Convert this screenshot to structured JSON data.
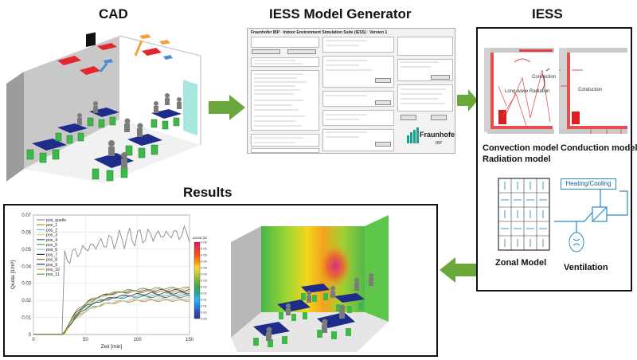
{
  "headings": {
    "cad": "CAD",
    "generator": "IESS Model Generator",
    "iess": "IESS",
    "results": "Results"
  },
  "generator": {
    "title": "Fraunhofer IBP · Indoor Environment Simulation Suite (IESS) · Version 1",
    "logo_name": "Fraunhofer",
    "logo_sub": "IBP"
  },
  "iess_panel": {
    "convection": "Convection",
    "long_wave_radiation": "Long-wave Radiation",
    "conduction": "Conduction",
    "heating_cooling": "Heating/Cooling",
    "label_convection_model": "Convection model",
    "label_radiation_model": "Radiation model",
    "label_conduction_model": "Conduction model",
    "label_zonal_model": "Zonal Model",
    "label_ventilation": "Ventilation"
  },
  "chart_data": {
    "type": "line",
    "xlabel": "Zeit [min]",
    "ylabel": "Quota [1/m³]",
    "xlim": [
      0,
      150
    ],
    "ylim": [
      0,
      0.07
    ],
    "xticks": [
      0,
      50,
      100,
      150
    ],
    "yticks": [
      0,
      0.01,
      0.02,
      0.03,
      0.04,
      0.05,
      0.06,
      0.07
    ],
    "grid": true,
    "legend": "top-left",
    "series": [
      {
        "name": "pos_quelle",
        "color": "#8a8a8a"
      },
      {
        "name": "pos_1",
        "color": "#c8860f"
      },
      {
        "name": "pos_2",
        "color": "#6fb7e8"
      },
      {
        "name": "pos_3",
        "color": "#e8c96a"
      },
      {
        "name": "pos_4",
        "color": "#2a5ea8"
      },
      {
        "name": "pos_5",
        "color": "#5aa545"
      },
      {
        "name": "pos_6",
        "color": "#9ac8e8"
      },
      {
        "name": "pos_7",
        "color": "#333333"
      },
      {
        "name": "pos_8",
        "color": "#b46a1c"
      },
      {
        "name": "pos_9",
        "color": "#1f3c78"
      },
      {
        "name": "pos_10",
        "color": "#d0a830"
      },
      {
        "name": "pos_11",
        "color": "#6a9a3a"
      }
    ]
  },
  "colorbar": {
    "title": "quota [1/m3]",
    "ticks": [
      "0.060",
      "0.055",
      "0.050",
      "0.045",
      "0.040",
      "0.035",
      "0.030",
      "0.025",
      "0.020",
      "0.015",
      "0.010",
      "0.005",
      "0.000"
    ]
  }
}
